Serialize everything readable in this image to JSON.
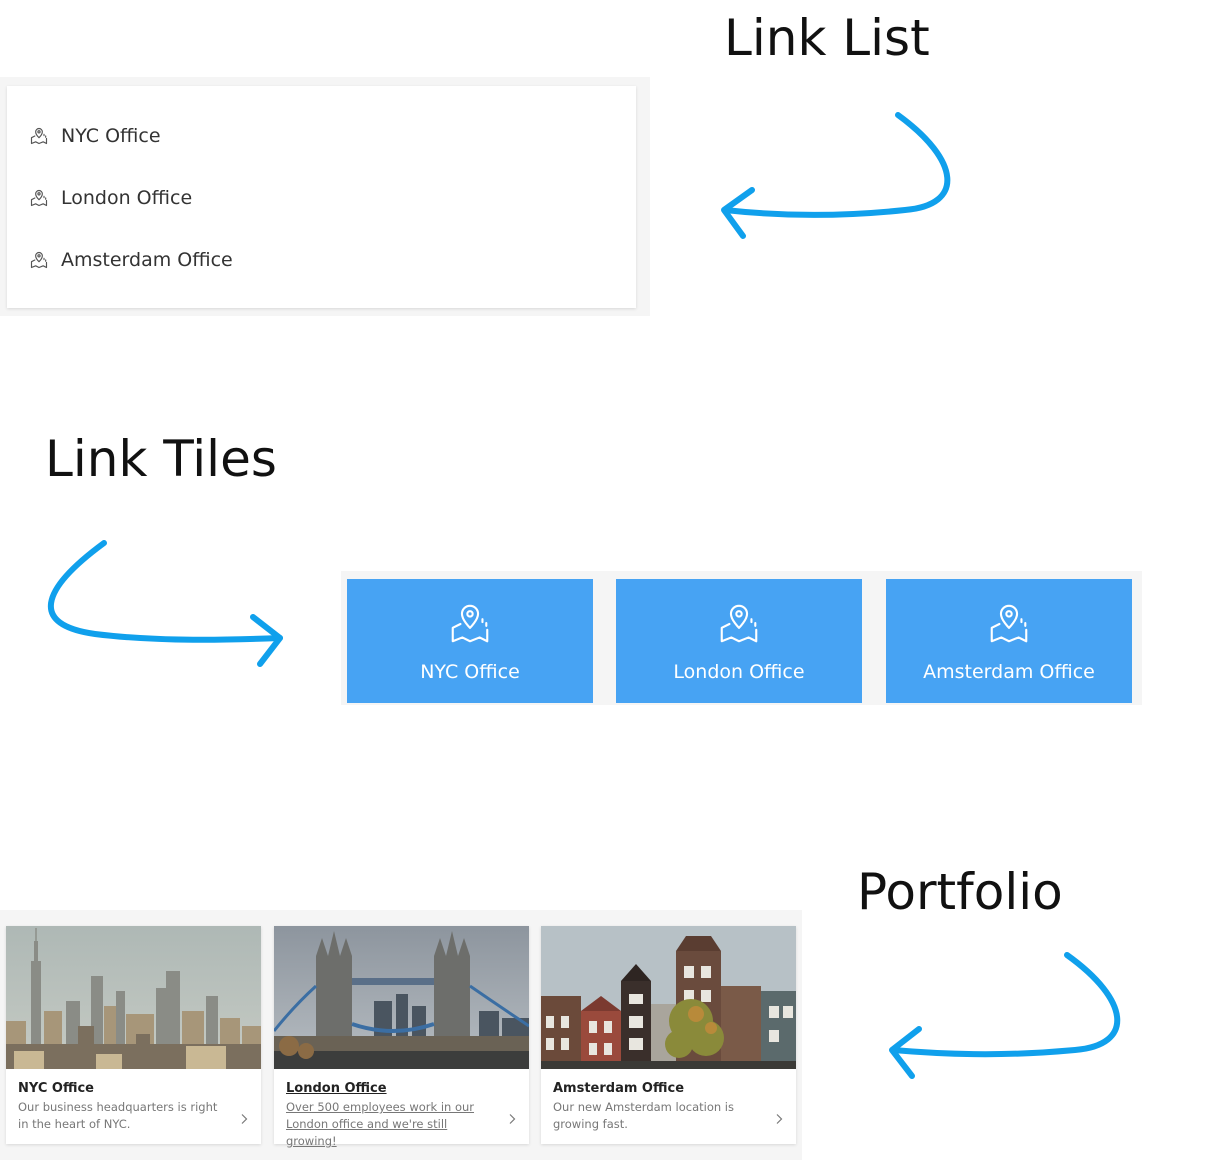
{
  "headings": {
    "link_list": "Link List",
    "link_tiles": "Link Tiles",
    "portfolio": "Portfolio"
  },
  "colors": {
    "arrow": "#10a0ec",
    "tile_bg": "#47a3f3",
    "panel_bg": "#f5f5f5"
  },
  "link_list": {
    "icon": "map-pin-icon",
    "items": [
      {
        "label": "NYC Office"
      },
      {
        "label": "London Office"
      },
      {
        "label": "Amsterdam Office"
      }
    ]
  },
  "link_tiles": {
    "icon": "map-pin-icon",
    "items": [
      {
        "label": "NYC Office"
      },
      {
        "label": "London Office"
      },
      {
        "label": "Amsterdam Office"
      }
    ]
  },
  "portfolio": {
    "items": [
      {
        "title": "NYC Office",
        "description": "Our business headquarters is right in the heart of NYC.",
        "image": "nyc-skyline-photo",
        "hover": false
      },
      {
        "title": "London Office",
        "description": "Over 500 employees work in our London office and we're still growing!",
        "image": "tower-bridge-photo",
        "hover": true
      },
      {
        "title": "Amsterdam Office",
        "description": "Our new Amsterdam location is growing fast.",
        "image": "amsterdam-canal-houses-photo",
        "hover": false
      }
    ]
  }
}
